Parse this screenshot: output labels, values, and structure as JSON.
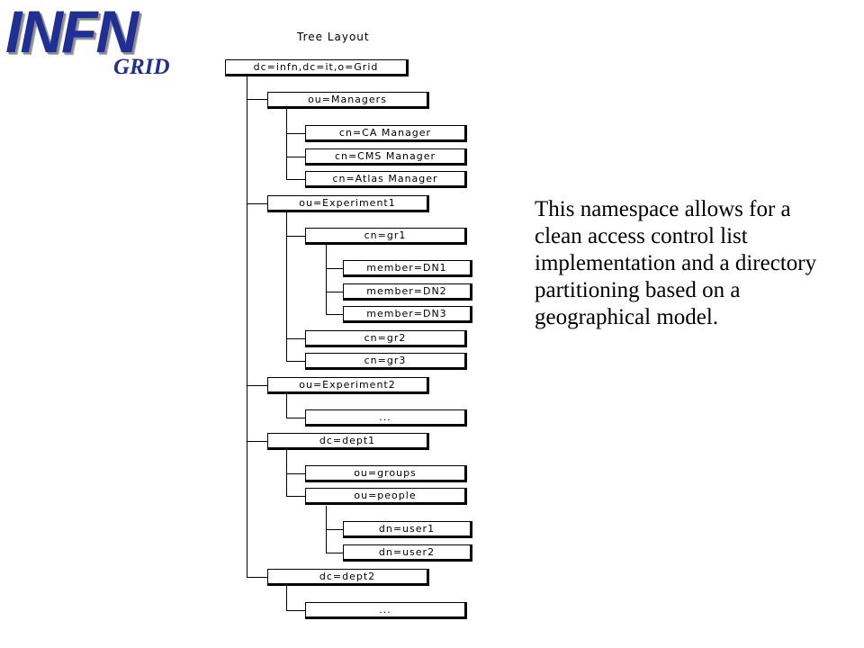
{
  "logo": {
    "infn": "INFN",
    "grid": "GRID"
  },
  "tree": {
    "title": "Tree Layout",
    "root": "dc=infn,dc=it,o=Grid",
    "managers": "ou=Managers",
    "ca_manager": "cn=CA Manager",
    "cms_manager": "cn=CMS Manager",
    "atlas_manager": "cn=Atlas Manager",
    "experiment1": "ou=Experiment1",
    "gr1": "cn=gr1",
    "member1": "member=DN1",
    "member2": "member=DN2",
    "member3": "member=DN3",
    "gr2": "cn=gr2",
    "gr3": "cn=gr3",
    "experiment2": "ou=Experiment2",
    "experiment2_more": "...",
    "dept1": "dc=dept1",
    "groups": "ou=groups",
    "people": "ou=people",
    "user1": "dn=user1",
    "user2": "dn=user2",
    "dept2": "dc=dept2",
    "dept2_more": "..."
  },
  "description": "This namespace allows for a clean access control list implementation and a directory partitioning based on a geographical model."
}
